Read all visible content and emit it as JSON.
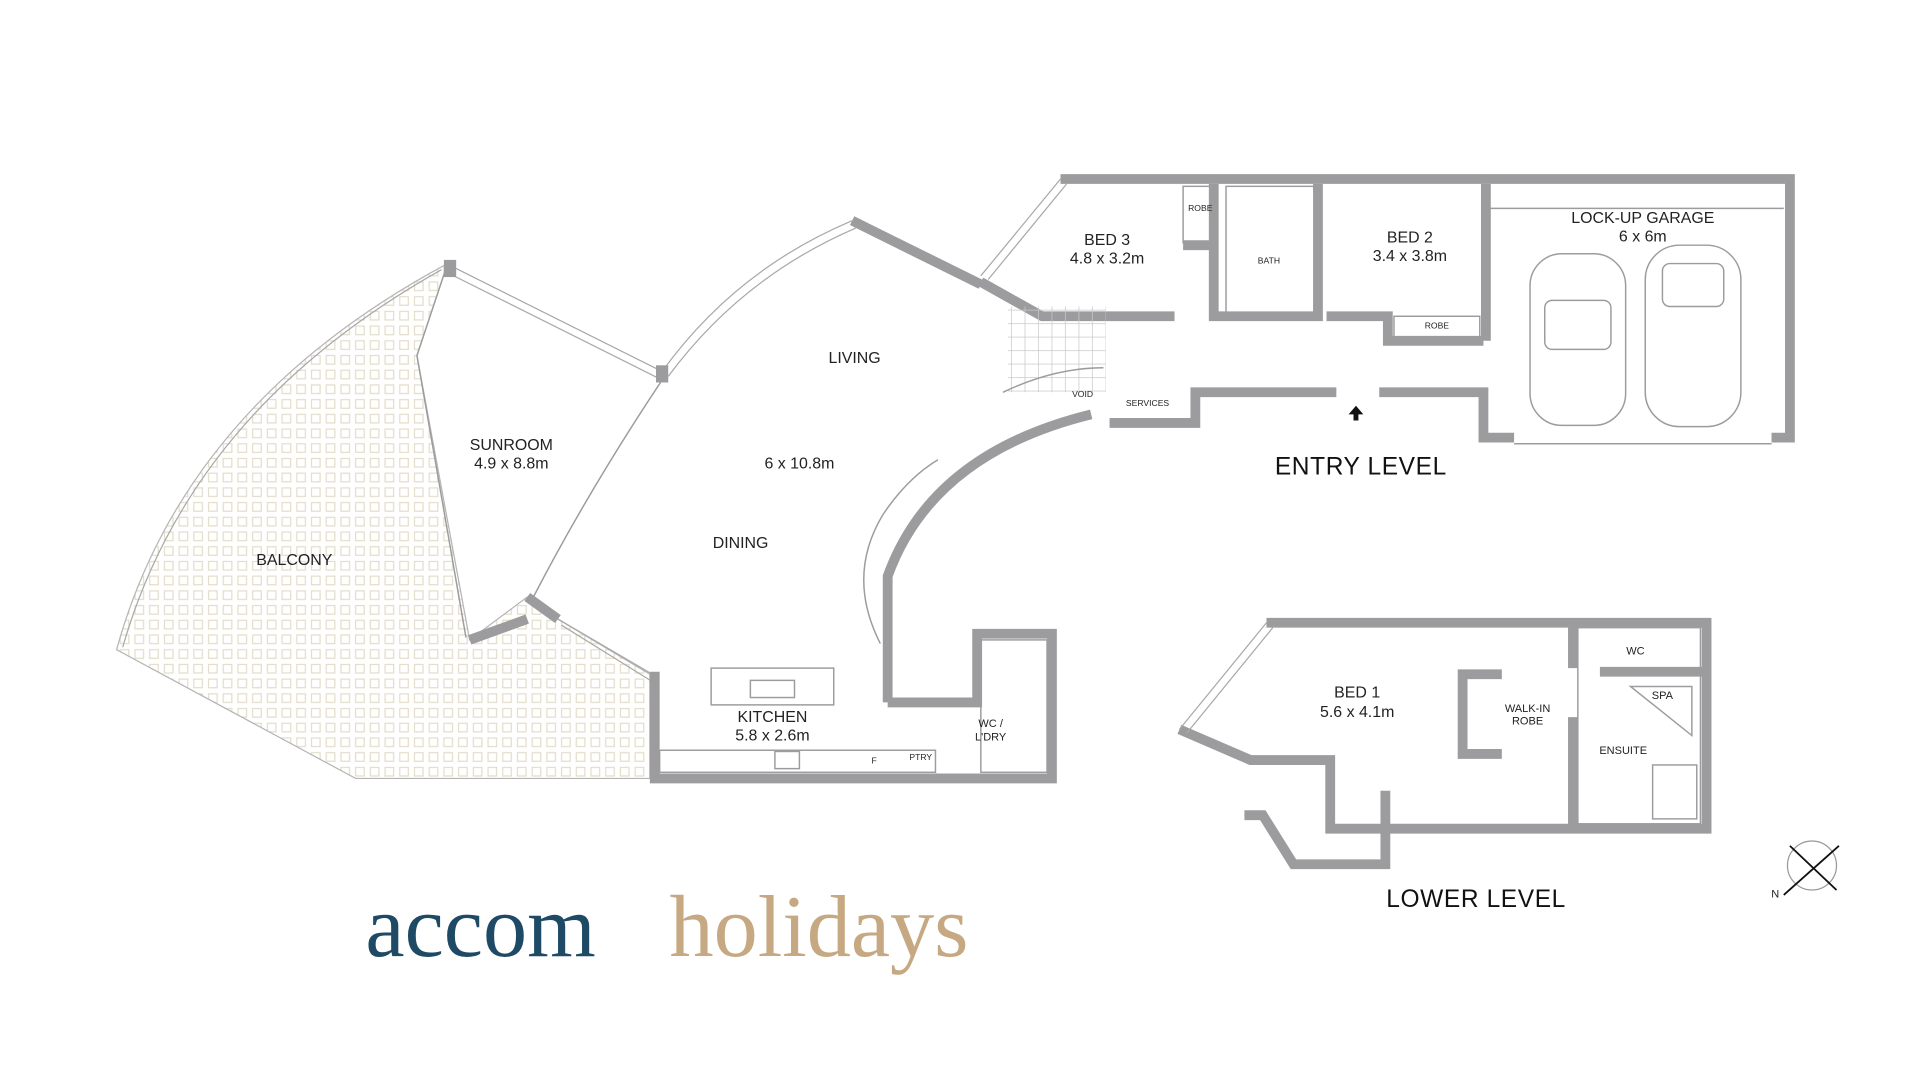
{
  "entry_level": {
    "title": "ENTRY LEVEL",
    "rooms": {
      "bed3": {
        "name": "BED 3",
        "size": "4.8 x 3.2m"
      },
      "bath": {
        "name": "BATH"
      },
      "robe_bed3": {
        "name": "ROBE"
      },
      "bed2": {
        "name": "BED 2",
        "size": "3.4 x 3.8m"
      },
      "robe_bed2": {
        "name": "ROBE"
      },
      "garage": {
        "name": "LOCK-UP GARAGE",
        "size": "6 x 6m"
      },
      "void": {
        "name": "VOID"
      },
      "services": {
        "name": "SERVICES"
      },
      "living": {
        "name": "LIVING"
      },
      "living_size": {
        "size": "6 x 10.8m"
      },
      "dining": {
        "name": "DINING"
      },
      "sunroom": {
        "name": "SUNROOM",
        "size": "4.9 x 8.8m"
      },
      "balcony": {
        "name": "BALCONY"
      },
      "kitchen": {
        "name": "KITCHEN",
        "size": "5.8 x 2.6m"
      },
      "fridge": {
        "name": "F"
      },
      "pantry": {
        "name": "PTRY"
      },
      "wc_laundry": {
        "name": "WC /",
        "name2": "L'DRY"
      }
    }
  },
  "lower_level": {
    "title": "LOWER LEVEL",
    "rooms": {
      "bed1": {
        "name": "BED 1",
        "size": "5.6 x 4.1m"
      },
      "walkin": {
        "name": "WALK-IN",
        "name2": "ROBE"
      },
      "wc": {
        "name": "WC"
      },
      "spa": {
        "name": "SPA"
      },
      "ensuite": {
        "name": "ENSUITE"
      }
    }
  },
  "compass": {
    "north_label": "N"
  },
  "logo": {
    "part1": "accom",
    "part2": "holidays",
    "color1": "#1f4a66",
    "color2": "#c6a982"
  }
}
